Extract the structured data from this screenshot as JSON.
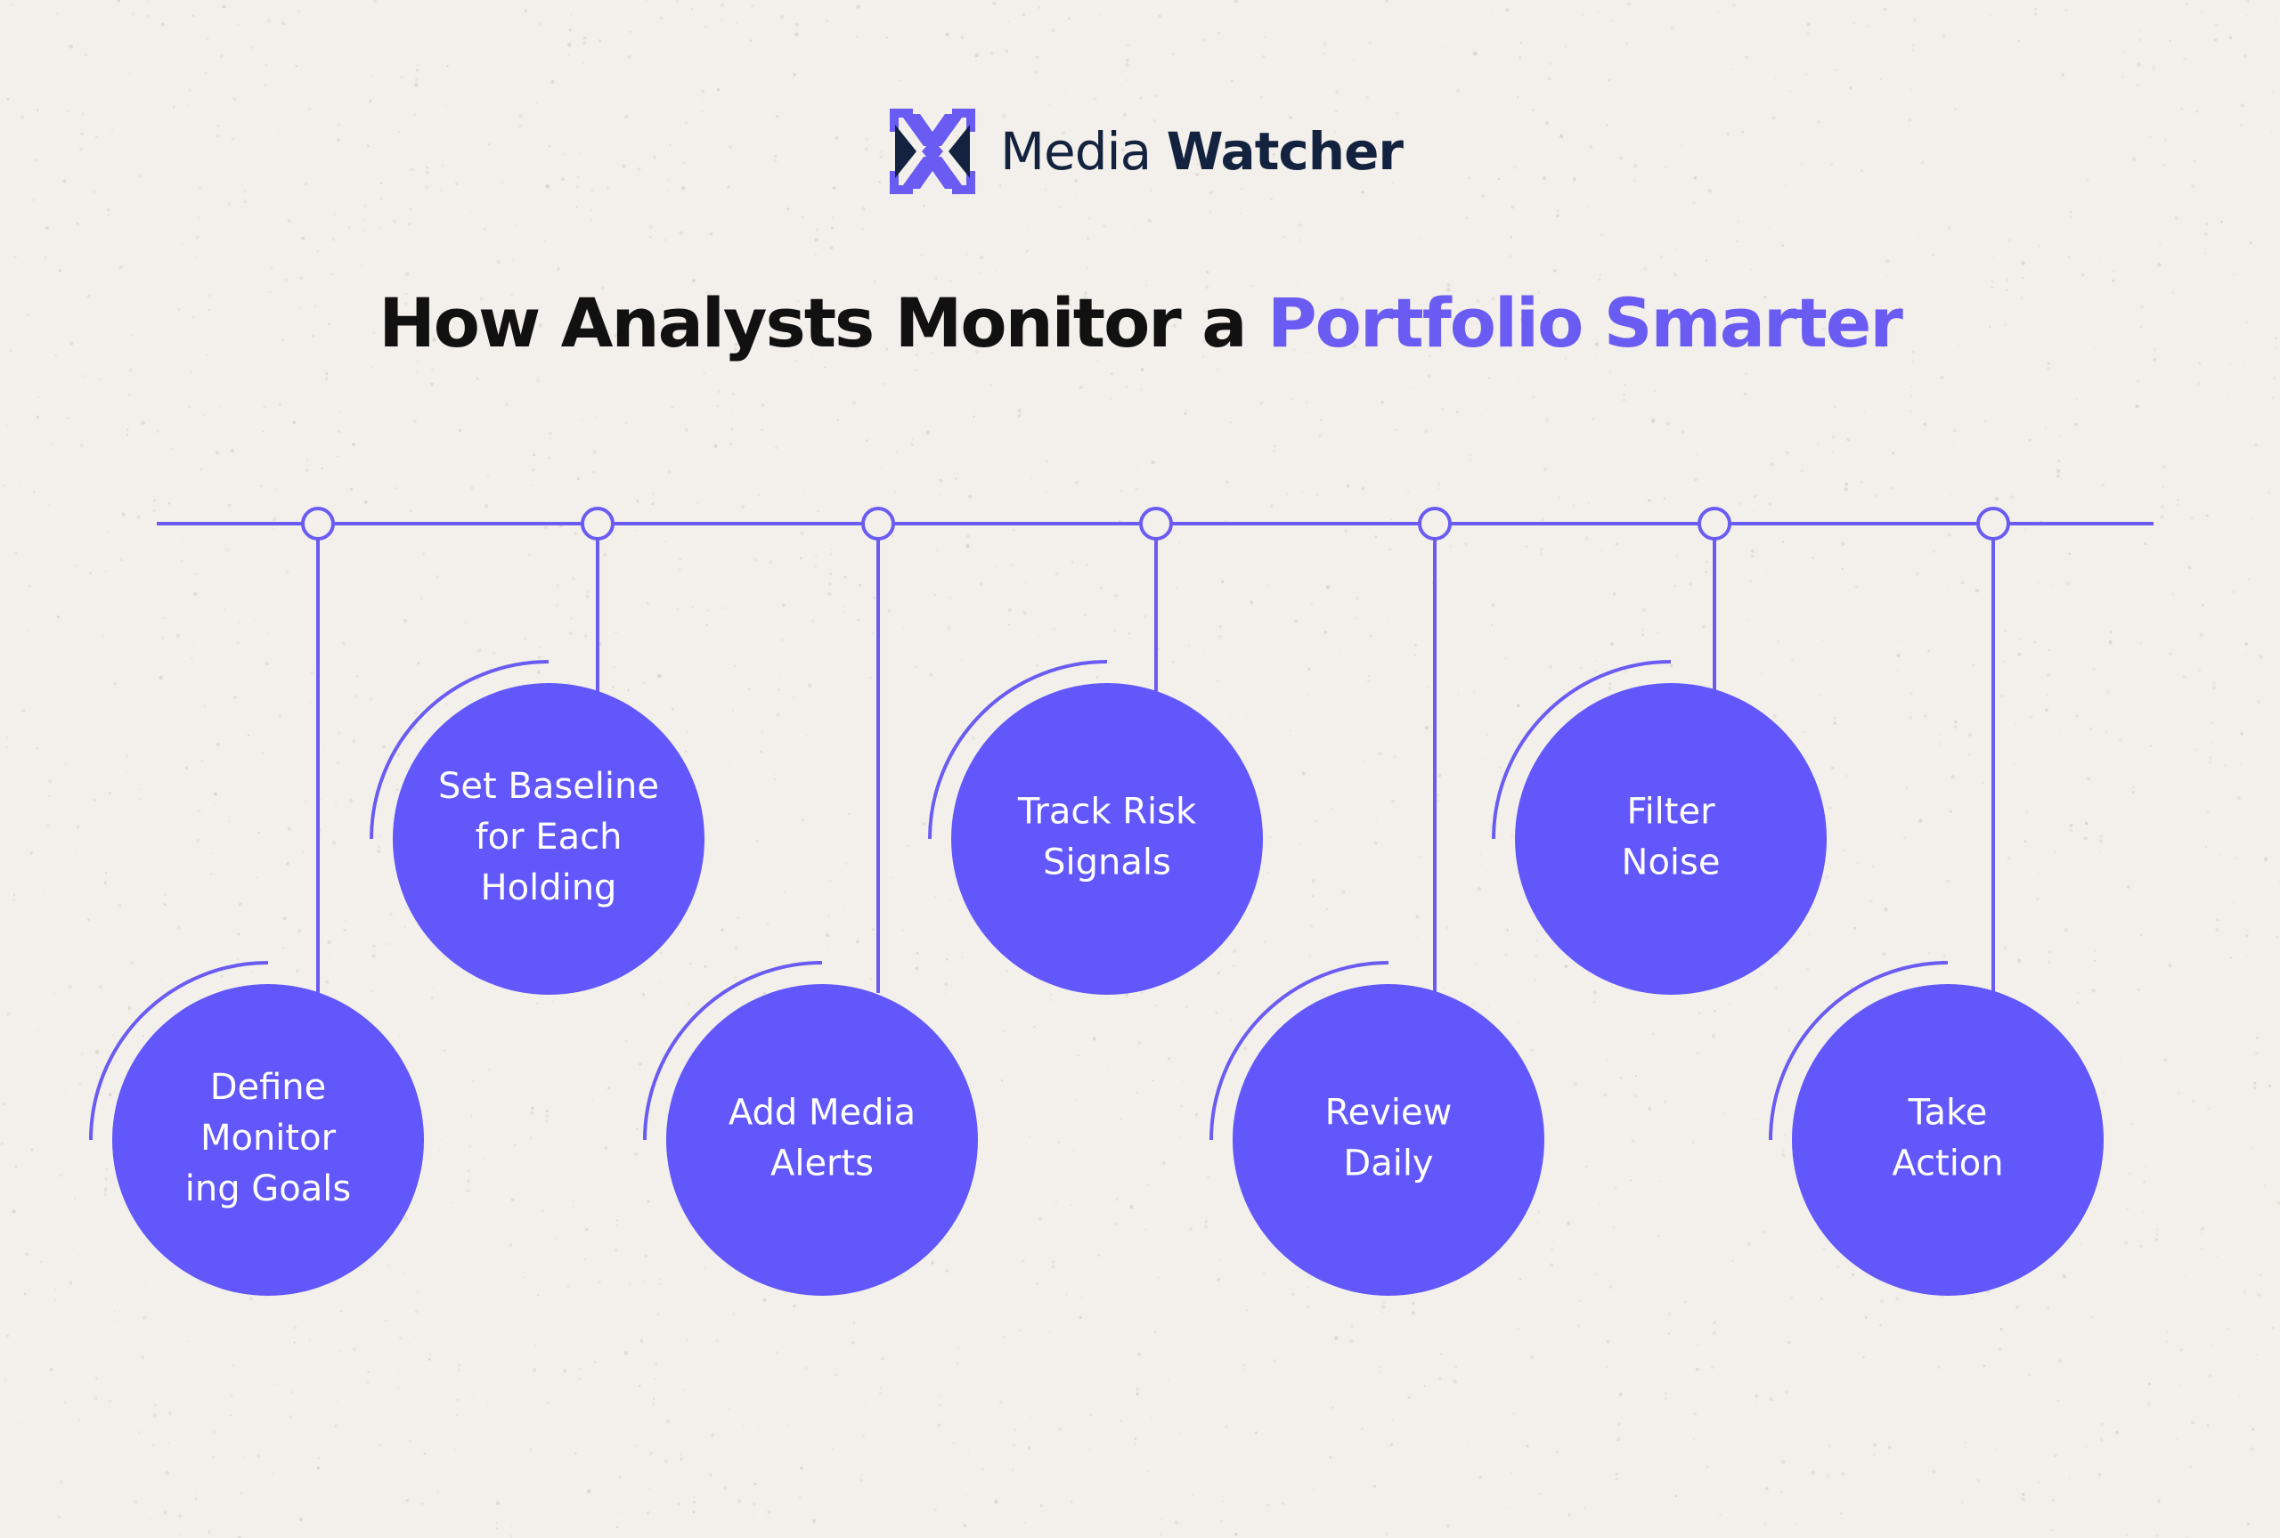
{
  "brand": {
    "name_light": "Media",
    "name_bold": "Watcher",
    "logo_icon": "media-watcher-x-logo-icon"
  },
  "headline": {
    "plain": "How Analysts Monitor a",
    "highlight": "Portfolio Smarter"
  },
  "colors": {
    "background": "#f3f0eb",
    "accent": "#6a5cf2",
    "circle_fill": "#6157fb",
    "line": "#6a5cf2",
    "dark_text": "#111111",
    "brand_text": "#13223f"
  },
  "steps": [
    {
      "lines": [
        "Define",
        "Monitor",
        "ing Goals"
      ]
    },
    {
      "lines": [
        "Set Baseline",
        "for Each",
        "Holding"
      ]
    },
    {
      "lines": [
        "Add Media",
        "Alerts"
      ]
    },
    {
      "lines": [
        "Track Risk",
        "Signals"
      ]
    },
    {
      "lines": [
        "Review",
        "Daily"
      ]
    },
    {
      "lines": [
        "Filter",
        "Noise"
      ]
    },
    {
      "lines": [
        "Take",
        "Action"
      ]
    }
  ]
}
